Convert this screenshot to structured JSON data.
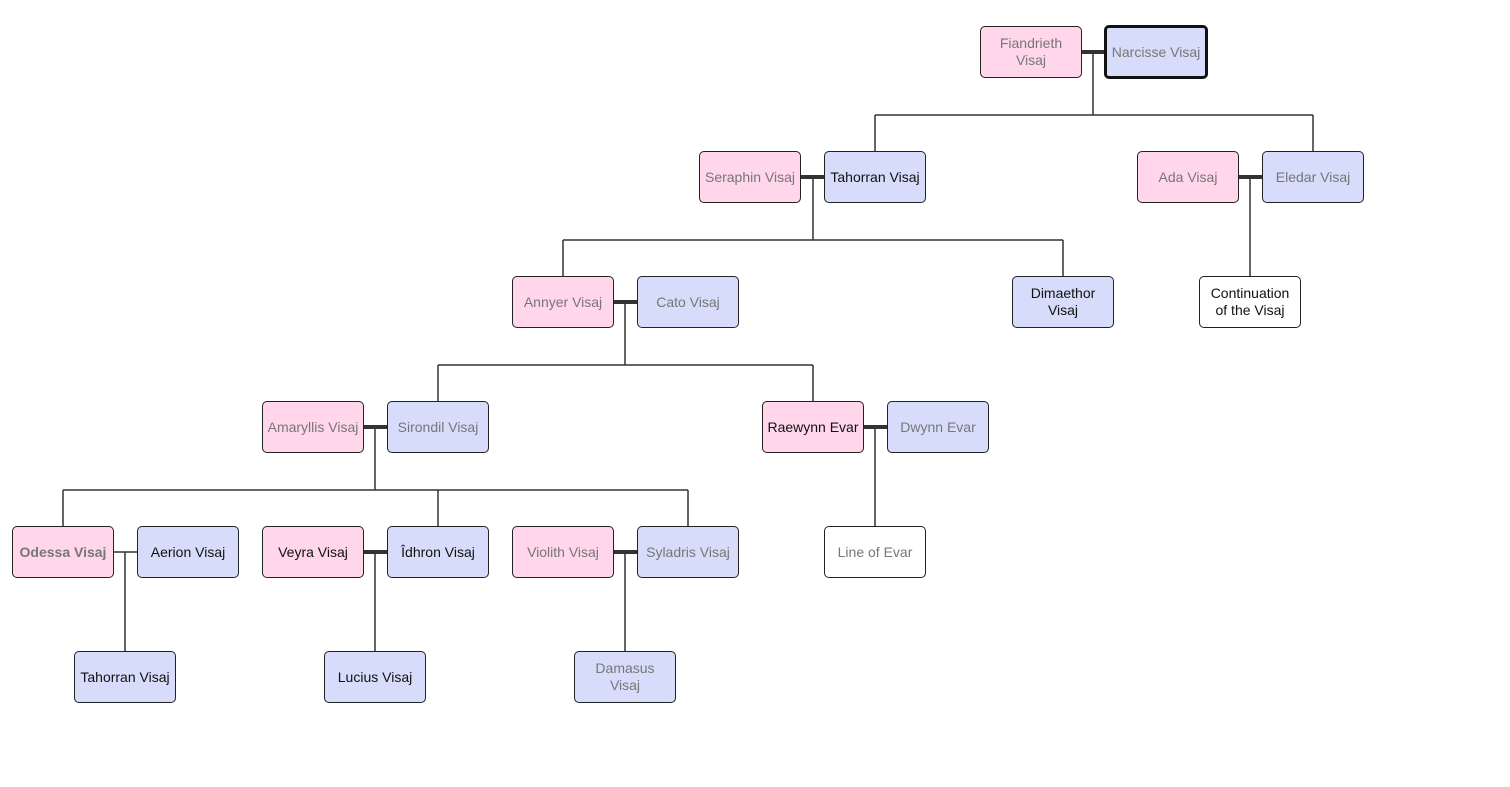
{
  "colors": {
    "female": "#ffd6ea",
    "male": "#d6dcfa",
    "other": "#ffffff",
    "dim_text": "#777777",
    "dark_text": "#111111",
    "line": "#333333"
  },
  "people": {
    "fiandrieth": "Fiandrieth Visaj",
    "narcisse": "Narcisse Visaj",
    "seraphin": "Seraphin Visaj",
    "tahorran_1": "Tahorran Visaj",
    "ada": "Ada Visaj",
    "eledar": "Eledar Visaj",
    "annyer": "Annyer Visaj",
    "cato": "Cato Visaj",
    "dimaethor": "Dimaethor Visaj",
    "continuation": "Continuation of the Visaj",
    "amaryllis": "Amaryllis Visaj",
    "sirondil": "Sirondil Visaj",
    "raewynn": "Raewynn Evar",
    "dwynn": "Dwynn Evar",
    "odessa": "Odessa Visaj",
    "aerion": "Aerion Visaj",
    "veyra": "Veyra Visaj",
    "idhron": "Îdhron Visaj",
    "violith": "Violith Visaj",
    "syladris": "Syladris Visaj",
    "line_of_evar": "Line of Evar",
    "tahorran_2": "Tahorran Visaj",
    "lucius": "Lucius Visaj",
    "damasus": "Damasus Visaj"
  }
}
